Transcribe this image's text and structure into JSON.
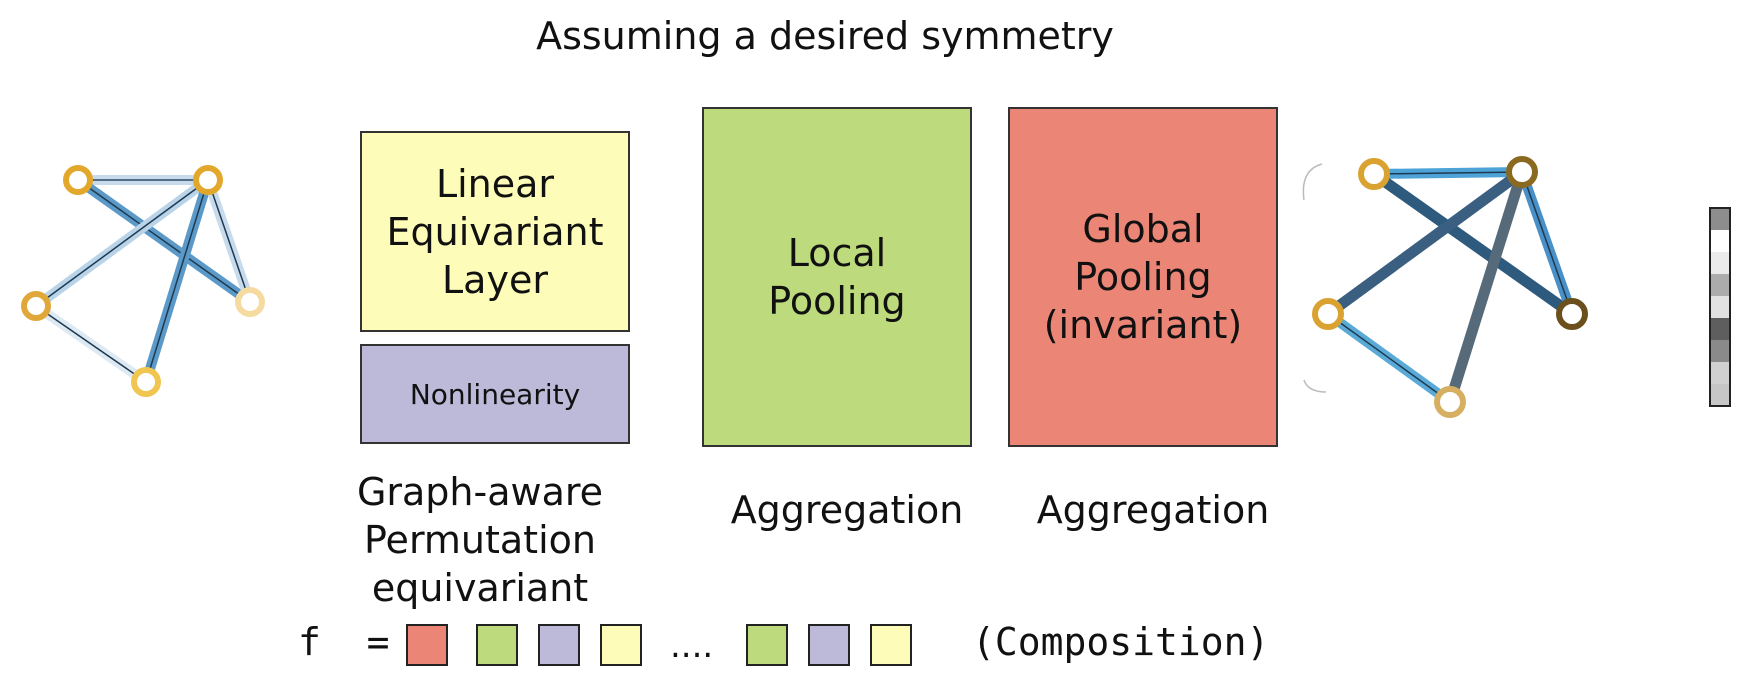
{
  "title": "Assuming a desired symmetry",
  "colors": {
    "yellow": "#fdfcb8",
    "purple": "#bdbad9",
    "green": "#bdda7c",
    "red": "#eb8677",
    "edge_light": "#b9d3e8",
    "edge_blue": "#4a90c8",
    "edge_dark": "#2a5a80",
    "node_gold": "#e3a82b",
    "node_dark": "#8a6a20"
  },
  "blocks": {
    "linear": "Linear\nEquivariant\nLayer",
    "nonlinearity": "Nonlinearity",
    "local": "Local\nPooling",
    "global": "Global\nPooling\n(invariant)"
  },
  "captions": {
    "graph_aware": "Graph-aware\nPermutation\nequivariant",
    "aggregation_local": "Aggregation",
    "aggregation_global": "Aggregation"
  },
  "composition": {
    "f_eq": "f  =",
    "dots": "....",
    "label": "(Composition)",
    "squares": [
      "red",
      "green",
      "purple",
      "yellow",
      "green",
      "purple",
      "yellow"
    ]
  },
  "icons": {
    "input_graph": "graph-icon",
    "output_graph": "graph-icon",
    "output_vector": "vector-icon"
  }
}
